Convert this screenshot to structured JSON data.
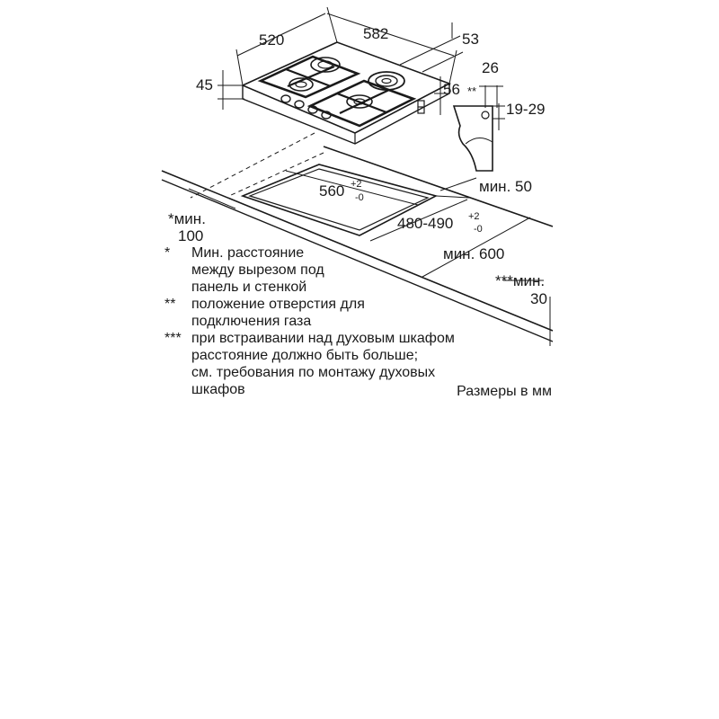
{
  "dimensions": {
    "hob_width": "520",
    "hob_depth": "582",
    "top_offset": "53",
    "hob_height": "45",
    "hob_thickness": "56",
    "gas_hole_offset": "26",
    "gas_hole_mark": "**",
    "gas_hole_height": "19-29",
    "cutout_width": "560",
    "cutout_width_tol_plus": "+2",
    "cutout_width_tol_minus": "-0",
    "cutout_depth": "480-490",
    "cutout_depth_tol_plus": "+2",
    "cutout_depth_tol_minus": "-0",
    "min_front": "мин. 50",
    "min_wall_label": "*мин.",
    "min_wall_value": "100",
    "min_worktop": "мин. 600",
    "min_oven_label": "***мин.",
    "min_oven_value": "30"
  },
  "notes": [
    {
      "mark": "*",
      "text": "Мин. расстояние\nмежду вырезом под\nпанель и стенкой"
    },
    {
      "mark": "**",
      "text": "положение отверстия для\nподключения газа"
    },
    {
      "mark": "***",
      "text": "при встраивании над духовым шкафом\nрасстояние должно быть больше;\nсм. требования по монтажу духовых\nшкафов"
    }
  ],
  "units_label": "Размеры в мм"
}
